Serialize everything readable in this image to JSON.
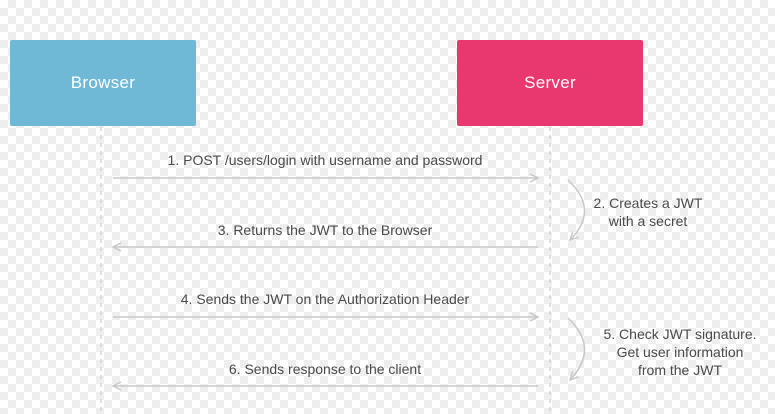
{
  "actors": {
    "browser": {
      "label": "Browser",
      "color": "#6fb8d6"
    },
    "server": {
      "label": "Server",
      "color": "#e8386f"
    }
  },
  "messages": [
    {
      "text": "1. POST /users/login with username and password",
      "direction": "to-server"
    },
    {
      "text": "3. Returns the JWT to the Browser",
      "direction": "to-browser"
    },
    {
      "text": "4. Sends the JWT on the Authorization Header",
      "direction": "to-server"
    },
    {
      "text": "6. Sends response to the client",
      "direction": "to-browser"
    }
  ],
  "notes": [
    {
      "lines": [
        "2. Creates a JWT",
        "with a secret"
      ]
    },
    {
      "lines": [
        "5. Check JWT signature.",
        "Get user information",
        "from the JWT"
      ]
    }
  ],
  "colors": {
    "arrow": "#c8c8c8",
    "text": "#4a4a4a"
  }
}
